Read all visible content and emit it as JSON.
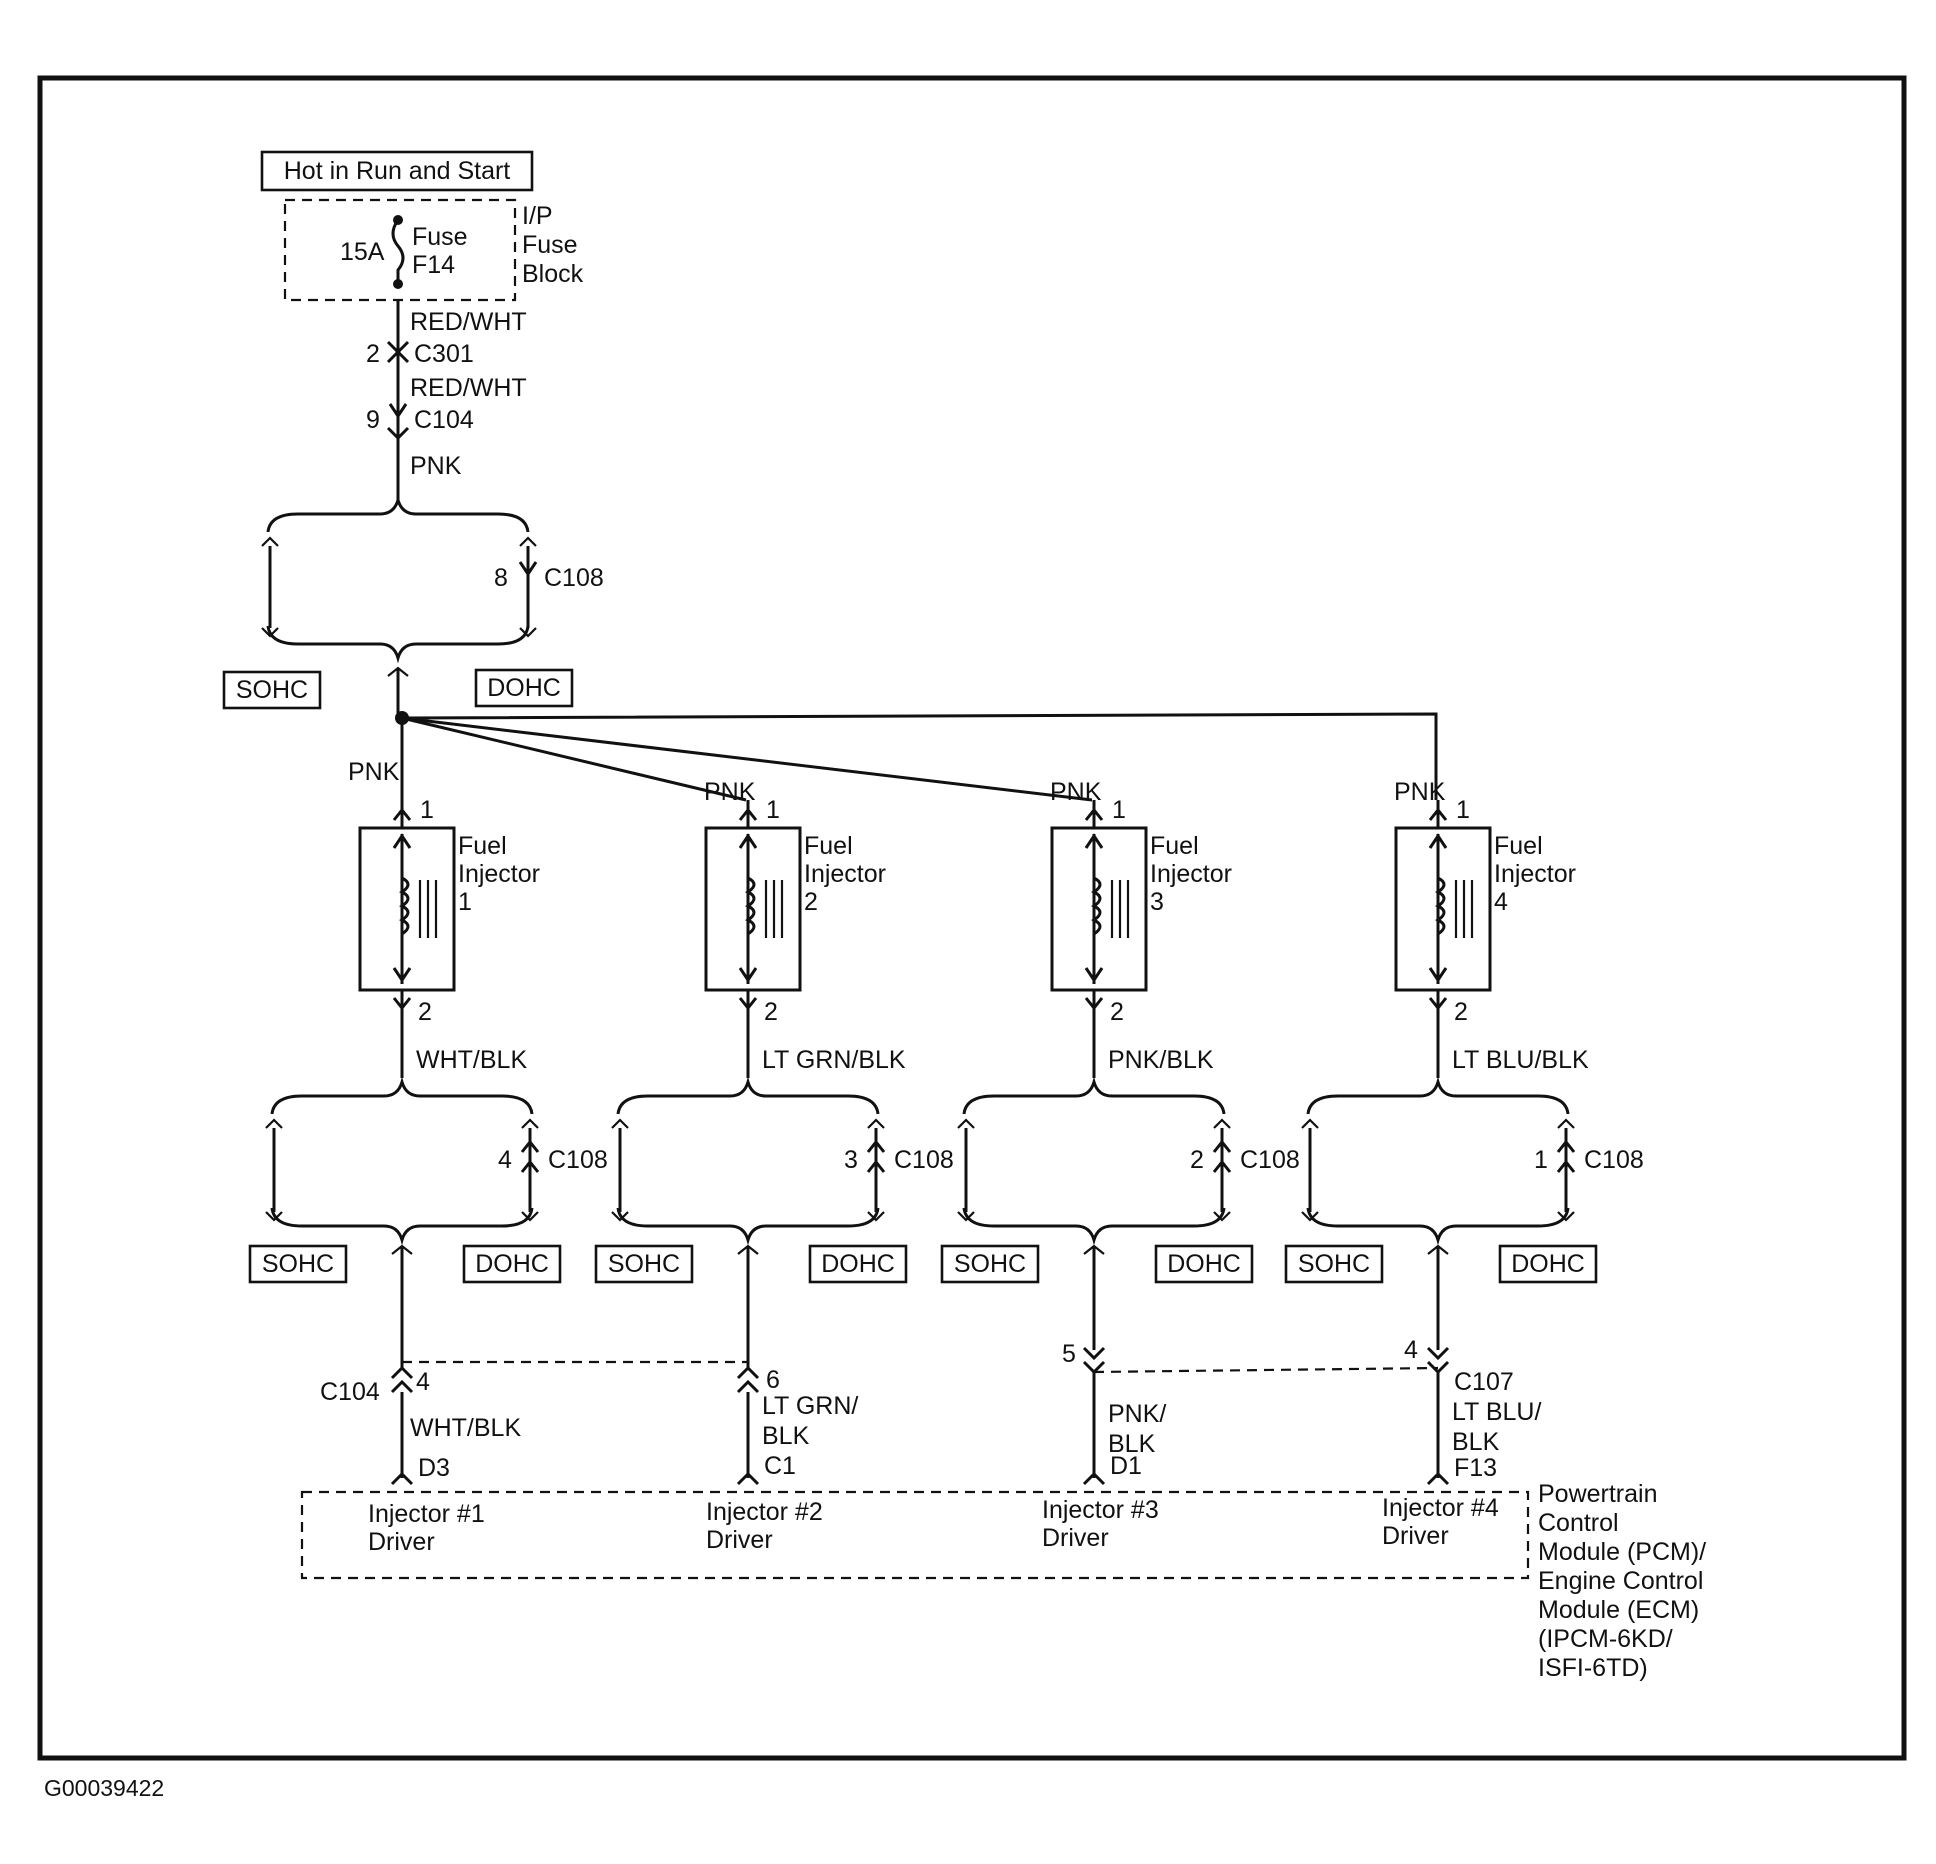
{
  "power_source": "Hot in Run and Start",
  "fuse": {
    "rating": "15A",
    "name_line1": "Fuse",
    "name_line2": "F14",
    "block_line1": "I/P",
    "block_line2": "Fuse",
    "block_line3": "Block"
  },
  "main_feed": {
    "c301_wire": "RED/WHT",
    "c301_pin": "2",
    "c301_name": "C301",
    "c104_wire": "RED/WHT",
    "c104_pin": "9",
    "c104_name": "C104",
    "pnk_wire": "PNK",
    "c108_pin": "8",
    "c108_name": "C108",
    "sohc": "SOHC",
    "dohc": "DOHC"
  },
  "injectors": [
    {
      "feed_wire": "PNK",
      "pin1": "1",
      "label1": "Fuel",
      "label2": "Injector",
      "number": "1",
      "pin2": "2",
      "out_wire": "WHT/BLK",
      "c108_pin": "4",
      "c108_name": "C108",
      "sohc": "SOHC",
      "dohc": "DOHC"
    },
    {
      "feed_wire": "PNK",
      "pin1": "1",
      "label1": "Fuel",
      "label2": "Injector",
      "number": "2",
      "pin2": "2",
      "out_wire": "LT GRN/BLK",
      "c108_pin": "3",
      "c108_name": "C108",
      "sohc": "SOHC",
      "dohc": "DOHC"
    },
    {
      "feed_wire": "PNK",
      "pin1": "1",
      "label1": "Fuel",
      "label2": "Injector",
      "number": "3",
      "pin2": "2",
      "out_wire": "PNK/BLK",
      "c108_pin": "2",
      "c108_name": "C108",
      "sohc": "SOHC",
      "dohc": "DOHC"
    },
    {
      "feed_wire": "PNK",
      "pin1": "1",
      "label1": "Fuel",
      "label2": "Injector",
      "number": "4",
      "pin2": "2",
      "out_wire": "LT BLU/BLK",
      "c108_pin": "1",
      "c108_name": "C108",
      "sohc": "SOHC",
      "dohc": "DOHC"
    }
  ],
  "lower": {
    "c104_name": "C104",
    "c104_pin_a": "4",
    "c104_pin_b": "6",
    "c107_name": "C107",
    "c107_pin_a": "5",
    "c107_pin_b": "4",
    "wire1": "WHT/BLK",
    "wire2_l1": "LT GRN/",
    "wire2_l2": "BLK",
    "wire3_l1": "PNK/",
    "wire3_l2": "BLK",
    "wire4_l1": "LT BLU/",
    "wire4_l2": "BLK",
    "term1": "D3",
    "term2": "C1",
    "term3": "D1",
    "term4": "F13"
  },
  "pcm": {
    "drivers": [
      {
        "l1": "Injector #1",
        "l2": "Driver"
      },
      {
        "l1": "Injector #2",
        "l2": "Driver"
      },
      {
        "l1": "Injector #3",
        "l2": "Driver"
      },
      {
        "l1": "Injector #4",
        "l2": "Driver"
      }
    ],
    "label_lines": [
      "Powertrain",
      "Control",
      "Module (PCM)/",
      "Engine Control",
      "Module (ECM)",
      "(IPCM-6KD/",
      "ISFI-6TD)"
    ]
  },
  "figure_id": "G00039422"
}
